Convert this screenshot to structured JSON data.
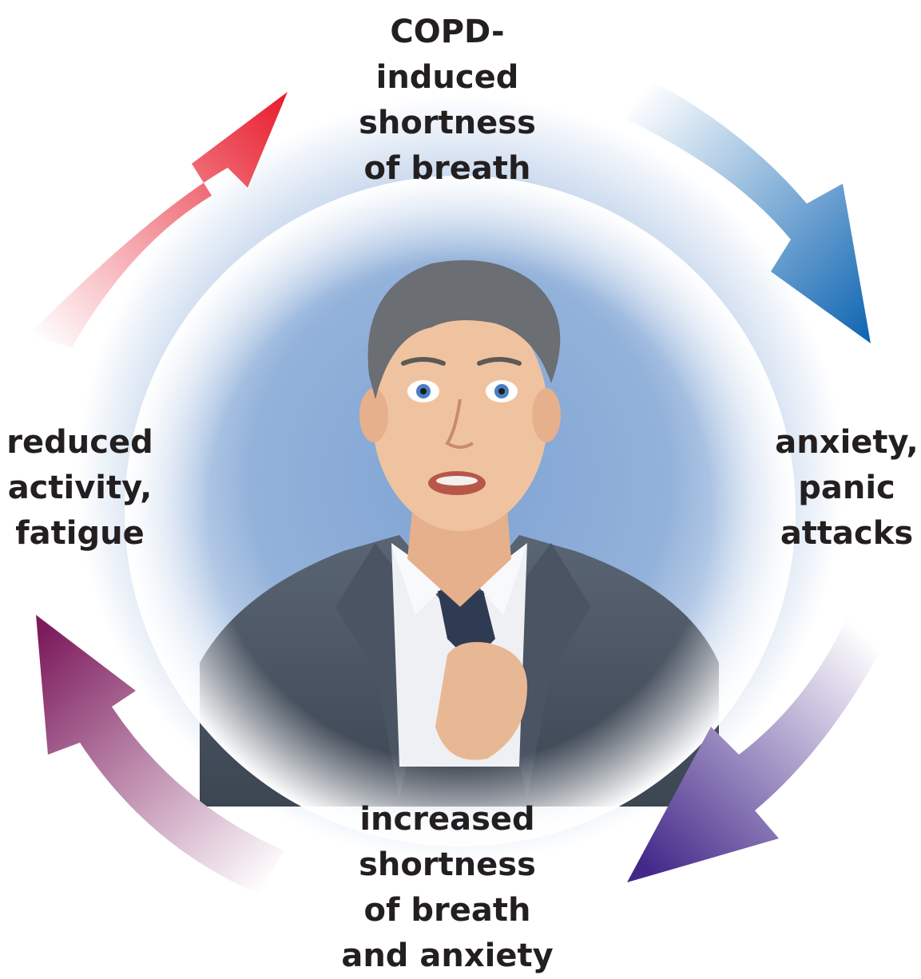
{
  "diagram": {
    "type": "cycle",
    "nodes": [
      {
        "id": "top",
        "lines": [
          "COPD-",
          "induced",
          "shortness",
          "of breath"
        ]
      },
      {
        "id": "right",
        "lines": [
          "anxiety,",
          "panic",
          "attacks"
        ]
      },
      {
        "id": "bottom",
        "lines": [
          "increased",
          "shortness",
          "of breath",
          "and anxiety"
        ]
      },
      {
        "id": "left",
        "lines": [
          "reduced",
          "activity,",
          "fatigue"
        ]
      }
    ],
    "arrows": [
      {
        "from": "top",
        "to": "right",
        "color": "#1a6bb5"
      },
      {
        "from": "right",
        "to": "bottom",
        "color": "#4a2f8f"
      },
      {
        "from": "bottom",
        "to": "left",
        "color": "#7a1f5c"
      },
      {
        "from": "left",
        "to": "top",
        "color": "#e8232f"
      }
    ]
  },
  "illustration": {
    "subject": "anxious man in suit loosening tie",
    "background_color": "#8fb0d8"
  }
}
